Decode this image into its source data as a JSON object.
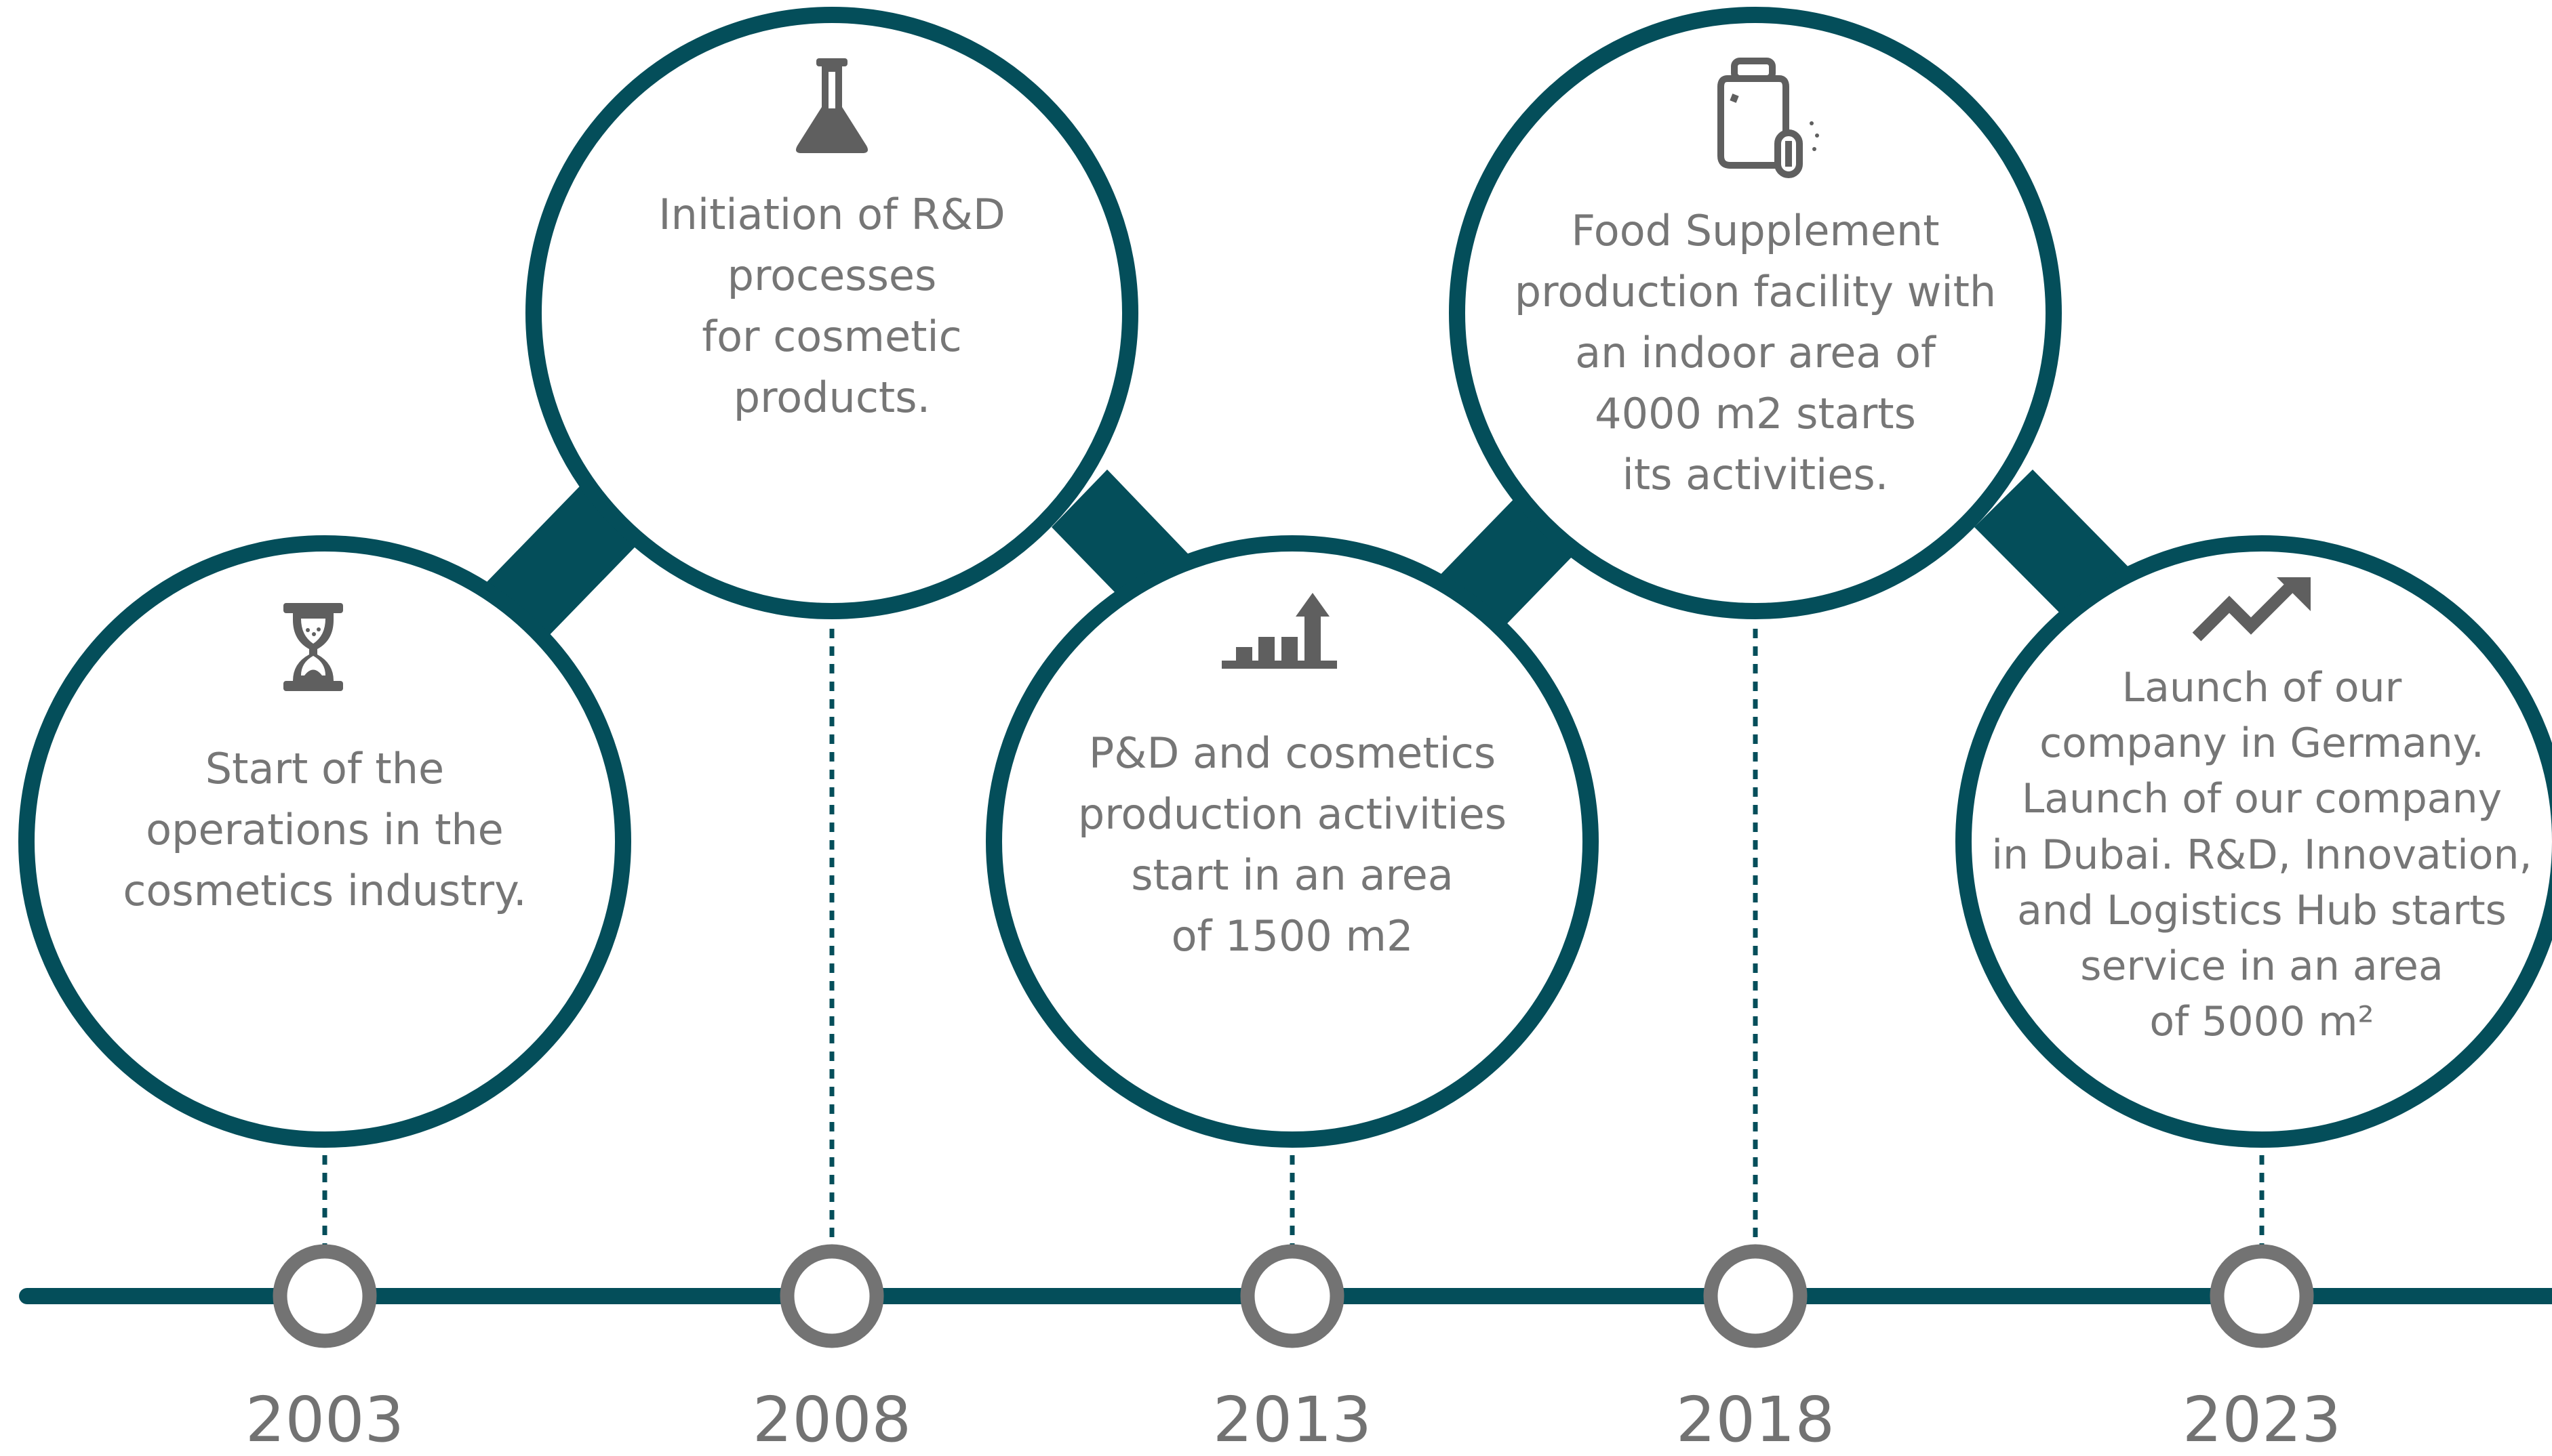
{
  "colors": {
    "accent": "#044e5a",
    "text": "#767676",
    "icon": "#5f5f5f",
    "node": "#737373"
  },
  "milestones": [
    {
      "year": "2003",
      "icon": "hourglass-icon",
      "text": "Start of the\noperations in the\ncosmetics industry."
    },
    {
      "year": "2008",
      "icon": "flask-icon",
      "text": "Initiation of R&D\nprocesses\nfor cosmetic\nproducts."
    },
    {
      "year": "2013",
      "icon": "growth-bars-icon",
      "text": "P&D and cosmetics\nproduction activities\nstart in an area\nof 1500 m2"
    },
    {
      "year": "2018",
      "icon": "supplement-jar-icon",
      "text": "Food Supplement\nproduction facility with\nan indoor area of\n4000 m2 starts\nits activities."
    },
    {
      "year": "2023",
      "icon": "trend-up-icon",
      "text": "Launch of our\ncompany in Germany.\nLaunch of our company\nin Dubai. R&D, Innovation,\nand Logistics Hub starts\nservice in an area\nof 5000 m²"
    }
  ]
}
